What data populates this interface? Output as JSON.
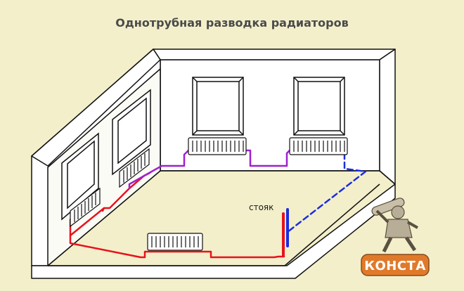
{
  "title": "Однотрубная разводка радиаторов",
  "riser_label": "стояк",
  "logo_text": "КОНСТА",
  "colors": {
    "background": "#f3efcb",
    "wall": "#ffffff",
    "outline": "#111111",
    "hot_pipe": "#e8121c",
    "mixed_pipe": "#a020d0",
    "cold_pipe": "#1a2ee0",
    "logo_orange": "#e07a2a"
  },
  "icons": {
    "logo": "plumber-mascot-icon"
  }
}
